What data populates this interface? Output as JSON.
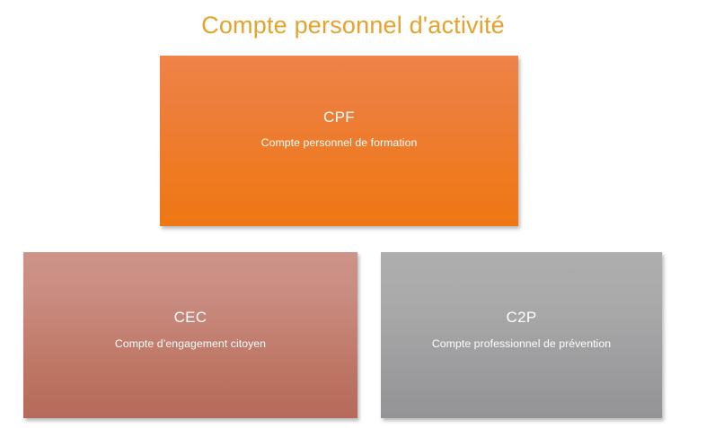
{
  "slide": {
    "title": "Compte personnel d'activité",
    "title_color": "#E5A32C",
    "background_color": "#FFFFFF"
  },
  "boxes": [
    {
      "id": "cpf",
      "heading": "CPF",
      "subtitle": "Compte personnel de formation",
      "gradient_top": "#EE8448",
      "gradient_bottom": "#EE7713",
      "text_color": "#FFFFFF"
    },
    {
      "id": "cec",
      "heading": "CEC",
      "subtitle": "Compte d’engagement citoyen",
      "gradient_top": "#CE9389",
      "gradient_bottom": "#B66A59",
      "text_color": "#FFFFFF"
    },
    {
      "id": "c2p",
      "heading": "C2P",
      "subtitle": "Compte professionnel de prévention",
      "gradient_top": "#AEAEAE",
      "gradient_bottom": "#949497",
      "text_color": "#FFFFFF"
    }
  ]
}
